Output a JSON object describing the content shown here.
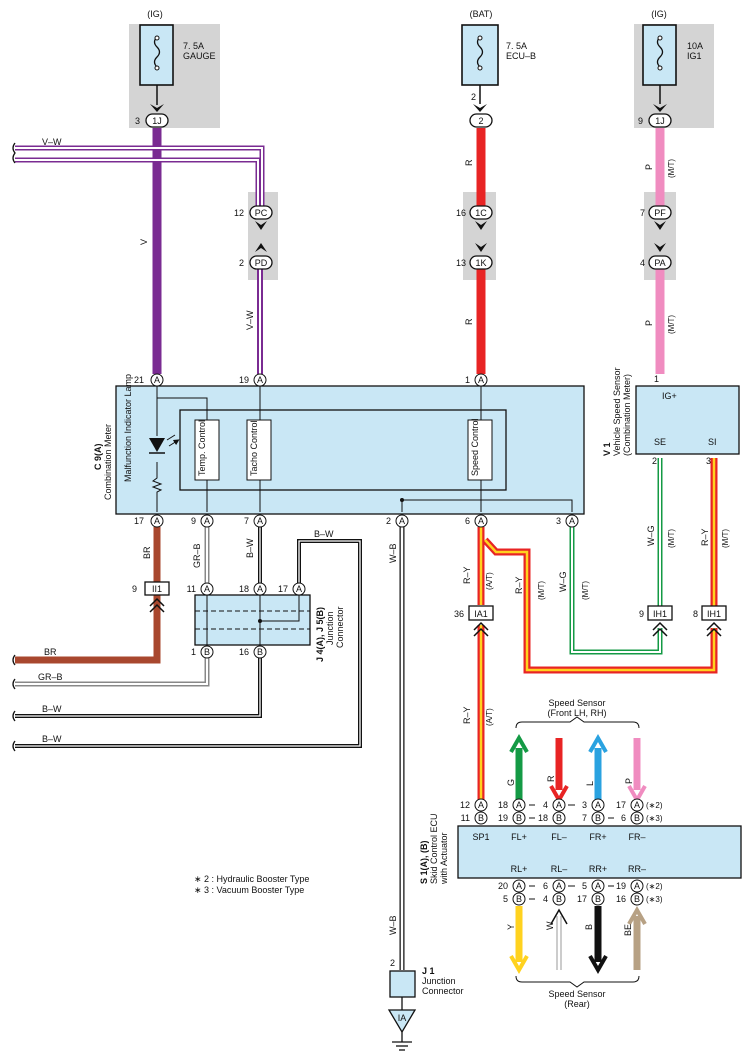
{
  "colors": {
    "gray_box": "#d4d4d4",
    "component_fill": "#c9e7f5",
    "violet": "#7a2b92",
    "red": "#e82424",
    "pink": "#f08cc0",
    "brown": "#a8472e",
    "green": "#149a45",
    "blue": "#2aa2e0",
    "yellow": "#ffd21f",
    "beige": "#b7a184",
    "black": "#111111"
  },
  "fuses": [
    {
      "source": "(IG)",
      "rating": "7. 5A",
      "name": "GAUGE",
      "pin": "3",
      "connector": "1J"
    },
    {
      "source": "(BAT)",
      "rating": "7. 5A",
      "name": "ECU–B",
      "pin": "2",
      "connector": "2"
    },
    {
      "source": "(IG)",
      "rating": "10A",
      "name": "IG1",
      "pin": "9",
      "connector": "1J"
    }
  ],
  "junction_blocks": {
    "pc": {
      "pin": "12",
      "label": "PC"
    },
    "pd": {
      "pin": "2",
      "label": "PD"
    },
    "c1": {
      "pin": "16",
      "label": "1C"
    },
    "k1": {
      "pin": "13",
      "label": "1K"
    },
    "pf": {
      "pin": "7",
      "label": "PF"
    },
    "pa": {
      "pin": "4",
      "label": "PA"
    }
  },
  "wires": {
    "vw_top": "V–W",
    "v_main": "V",
    "vw_mid": "V–W",
    "r_top": "R",
    "r_mid": "R",
    "p_top": "P",
    "p_top_mt": "(M/T)",
    "p_mid": "P",
    "p_mid_mt": "(M/T)",
    "br": "BR",
    "gr_b": "GR–B",
    "b_w": "B–W",
    "b_w_top": "B–W",
    "w_b": "W–B",
    "r_y_at": "R–Y",
    "at": "(A/T)",
    "r_y_mt": "R–Y",
    "mt": "(M/T)",
    "w_g": "W–G",
    "w_g_mt": "(M/T)",
    "w_g_sensor": "W–G",
    "w_g_sensor_mt": "(M/T)",
    "r_y_sensor": "R–Y",
    "r_y_sensor_mt": "(M/T)",
    "r_y_lower": "R–Y",
    "r_y_lower_at": "(A/T)",
    "w_b_lower": "W–B",
    "left_br": "BR",
    "left_grb": "GR–B",
    "left_bw1": "B–W",
    "left_bw2": "B–W"
  },
  "meter": {
    "code": "C 9(A)",
    "name": "Combination Meter",
    "mil": "Malfunction Indicator Lamp",
    "temp": "Temp. Control",
    "tacho": "Tacho Control",
    "speed": "Speed Control",
    "top_pins": [
      "21",
      "19",
      "1"
    ],
    "bottom_pins": [
      "17",
      "9",
      "7",
      "2",
      "6",
      "3"
    ],
    "letter": "A"
  },
  "vss": {
    "code": "V 1",
    "name": "Vehicle Speed Sensor",
    "sub": "(Combination Meter)",
    "ig": "IG+",
    "se": "SE",
    "si": "SI",
    "pin_ig": "1",
    "pin_se": "2",
    "pin_si": "3"
  },
  "connectors": {
    "ii1": {
      "pin": "9",
      "label": "II1"
    },
    "ia1": {
      "pin": "36",
      "label": "IA1"
    },
    "ih1a": {
      "pin": "9",
      "label": "IH1"
    },
    "ih1b": {
      "pin": "8",
      "label": "IH1"
    }
  },
  "junction_connector": {
    "code": "J 4(A), J 5(B)",
    "name1": "Junction",
    "name2": "Connector",
    "pins_top": [
      "11",
      "18",
      "17"
    ],
    "pins_bottom": [
      "1",
      "16"
    ]
  },
  "ecu": {
    "code": "S 1(A), (B)",
    "name1": "Skid Control ECU",
    "name2": "with Actuator",
    "top_labels": [
      "SP1",
      "FL+",
      "FL–",
      "FR+",
      "FR–"
    ],
    "bottom_labels": [
      "RL+",
      "RL–",
      "RR+",
      "RR–"
    ],
    "sp1_pins": [
      "12",
      "11"
    ],
    "front_pins_a": [
      "18",
      "4",
      "3",
      "17"
    ],
    "front_pins_b": [
      "19",
      "7",
      "6"
    ],
    "front_pins_b_first": "18",
    "rear_pins_a": [
      "20",
      "6",
      "5",
      "19"
    ],
    "rear_pins_b": [
      "5",
      "4",
      "17",
      "16"
    ],
    "note2": "(∗2)",
    "note3": "(∗3)"
  },
  "speed_sensors": {
    "front_title": "Speed Sensor",
    "front_sub": "(Front LH,  RH)",
    "rear_title": "Speed Sensor",
    "rear_sub": "(Rear)",
    "front_wires": [
      "G",
      "R",
      "L",
      "P"
    ],
    "rear_wires": [
      "Y",
      "W",
      "B",
      "BE"
    ]
  },
  "j1": {
    "code": "J 1",
    "name1": "Junction",
    "name2": "Connector",
    "pin": "2",
    "ground": "IA"
  },
  "notes": [
    "∗ 2 : Hydraulic Booster Type",
    "∗ 3 : Vacuum Booster Type"
  ]
}
